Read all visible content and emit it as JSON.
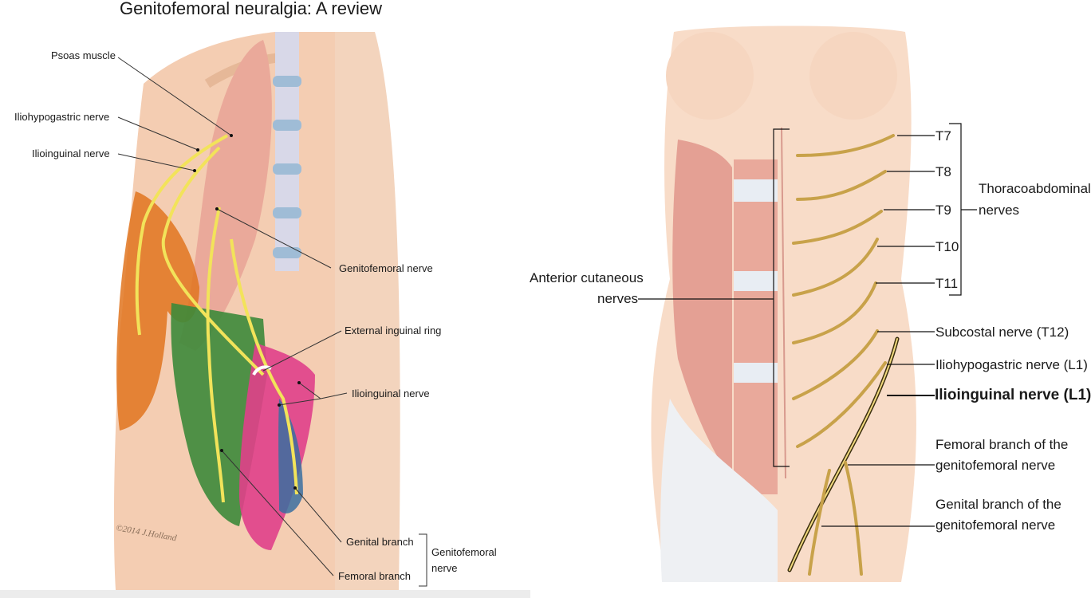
{
  "title": "Genitofemoral neuralgia: A review",
  "left_figure": {
    "labels": {
      "psoas": "Psoas muscle",
      "iliohypo": "Iliohypogastric nerve",
      "ilioing_top": "Ilioinguinal nerve",
      "genitofemoral": "Genitofemoral nerve",
      "ext_ring": "External inguinal ring",
      "ilioing_mid": "Ilioinguinal nerve",
      "genital_branch": "Genital branch",
      "femoral_branch": "Femoral branch",
      "gf_group_1": "Genitofemoral",
      "gf_group_2": "nerve"
    },
    "signature": "©2014 J.Holland"
  },
  "right_figure": {
    "labels": {
      "t7": "T7",
      "t8": "T8",
      "t9": "T9",
      "t10": "T10",
      "t11": "T11",
      "thoraco_1": "Thoracoabdominal",
      "thoraco_2": "nerves",
      "anterior_1": "Anterior cutaneous",
      "anterior_2": "nerves",
      "subcostal": "Subcostal nerve (T12)",
      "iliohypogastric": "Iliohypogastric nerve (L1)",
      "ilioinguinal": "Ilioinguinal nerve (L1)",
      "femoral_1": "Femoral branch of the",
      "femoral_2": "genitofemoral nerve",
      "genital_1": "Genital branch of the",
      "genital_2": "genitofemoral nerve"
    }
  },
  "colors": {
    "skin": "#f6d2b8",
    "muscle": "#e8a79b",
    "nerve": "#f2e35a",
    "femoral_zone": "#e0741e",
    "green_zone": "#3d8a3a",
    "pink_zone": "#e0408a",
    "blue_zone": "#3a6fa0"
  }
}
